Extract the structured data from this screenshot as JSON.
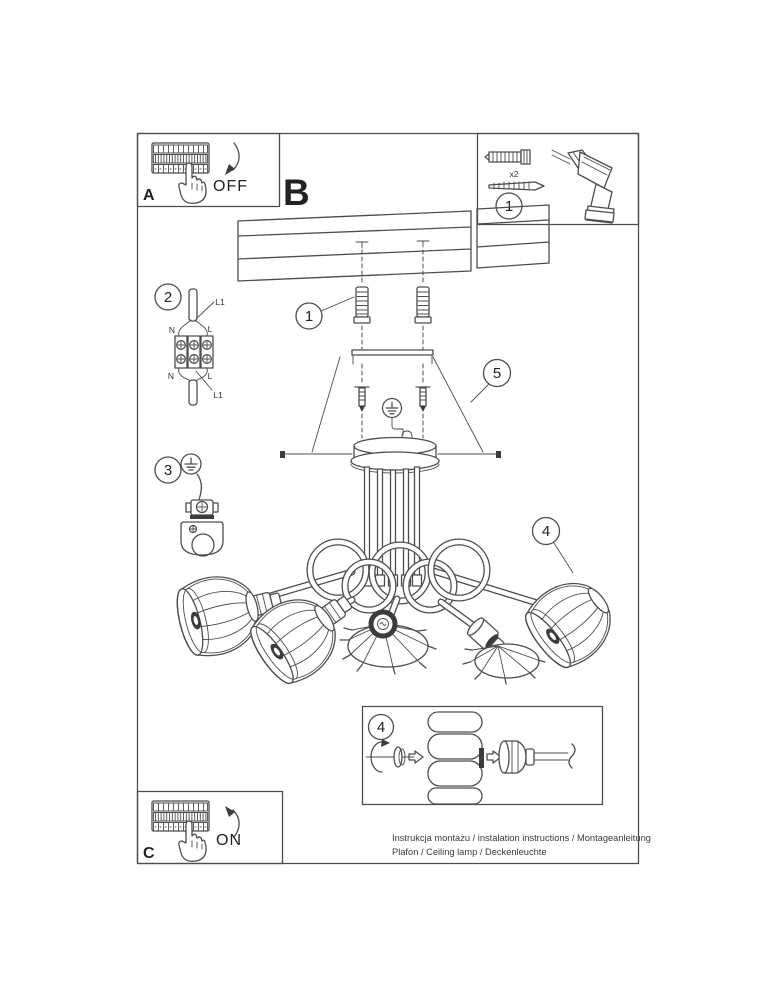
{
  "page": {
    "background": "#ffffff",
    "line_color": "#4d4d4d"
  },
  "panel_a": {
    "label": "A",
    "switch_state": "OFF"
  },
  "panel_c": {
    "label": "C",
    "switch_state": "ON"
  },
  "section_label": "B",
  "parts_box": {
    "step_number": "1",
    "anchor_quantity": "x2"
  },
  "callouts": {
    "anchors": "1",
    "wiring": "2",
    "ground": "3",
    "shade": "4",
    "canopy": "5",
    "shade_detail": "4"
  },
  "wiring_labels": {
    "live_top": "L1",
    "live_bottom": "L1",
    "neutral_top": "N",
    "neutral_bottom": "N",
    "line_top": "L",
    "line_bottom": "L"
  },
  "footer": {
    "line1": "Instrukcja montażu / instalation instructions / Montageanleitung",
    "line2": "Plafon / Ceiling lamp / Deckenleuchte"
  }
}
